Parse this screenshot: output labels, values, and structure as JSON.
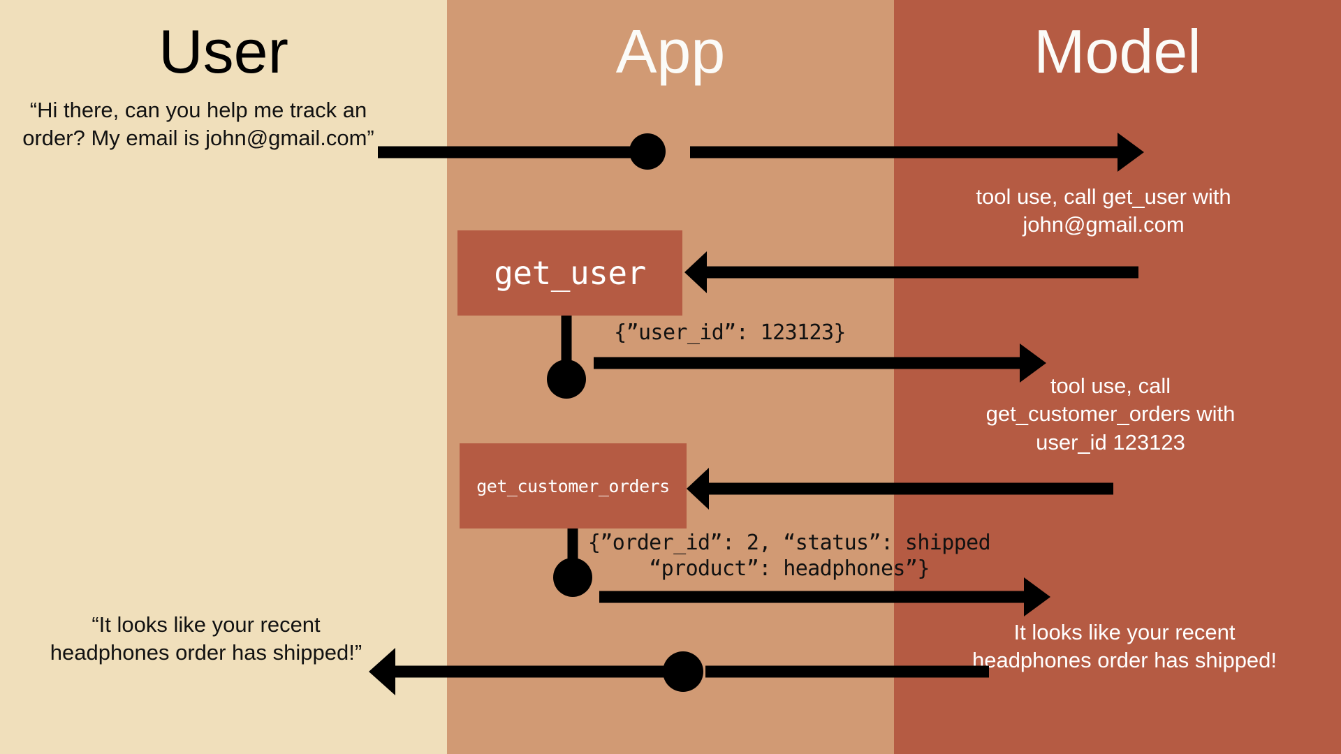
{
  "diagram": {
    "type": "sequence-diagram",
    "title": "Tool use sequence between User, App and Model",
    "colors": {
      "user_lane": "#F0DFBB",
      "app_lane": "#D19A74",
      "model_lane": "#B55B43",
      "tool_box": "#B55B43",
      "wire": "#000000",
      "light_text": "#FFFFFF",
      "dark_text": "#111111"
    }
  },
  "lanes": [
    {
      "id": "user",
      "label": "User"
    },
    {
      "id": "app",
      "label": "App"
    },
    {
      "id": "model",
      "label": "Model"
    }
  ],
  "messages": {
    "user_request": "“Hi there, can you help me track an order? My email is john@gmail.com”",
    "model_tool_call_1": "tool use, call get_user with john@gmail.com",
    "tool_result_1": "{”user_id”: 123123}",
    "model_tool_call_2": "tool use, call get_customer_orders with user_id 123123",
    "tool_result_2_line1": "{”order_id”: 2, “status”: shipped",
    "tool_result_2_line2": "“product”: headphones”}",
    "model_final": "It looks like your recent headphones order has shipped!",
    "user_final": "“It looks like your recent headphones order has shipped!”"
  },
  "tool_boxes": [
    {
      "id": "get_user",
      "label": "get_user"
    },
    {
      "id": "get_customer_orders",
      "label": "get_customer_orders"
    }
  ]
}
